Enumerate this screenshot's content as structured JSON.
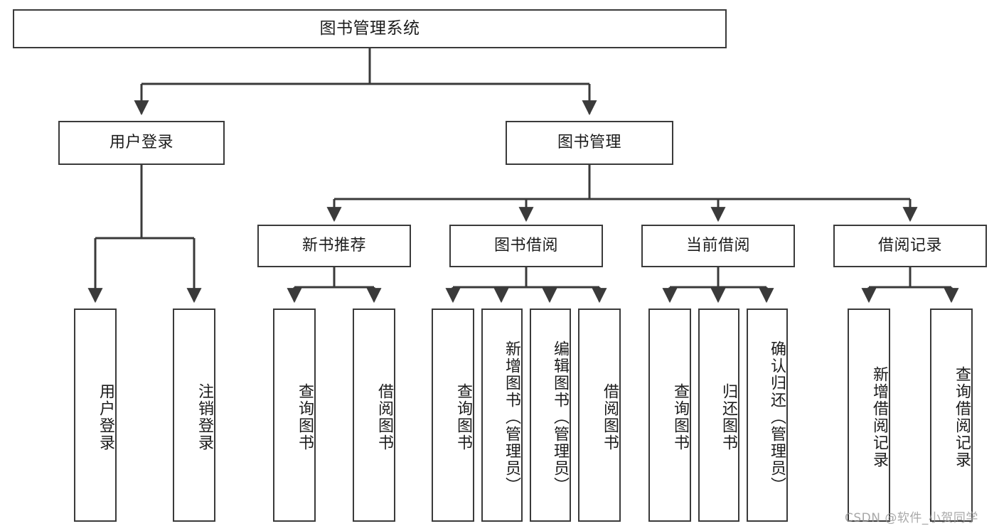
{
  "diagram": {
    "title": "图书管理系统",
    "type": "tree-hierarchy",
    "watermark": "CSDN @软件_小贺同学",
    "colors": {
      "box_border": "#3a3a3a",
      "box_fill": "#ffffff",
      "connector": "#3a3a3a",
      "text": "#1c1c1c",
      "watermark": "#9a9a9a"
    }
  },
  "nodes": {
    "root": {
      "label": "图书管理系统",
      "level": 1
    },
    "level2": [
      {
        "id": "user-login",
        "label": "用户登录"
      },
      {
        "id": "book-management",
        "label": "图书管理"
      }
    ],
    "level3": [
      {
        "id": "new-book-recommend",
        "label": "新书推荐"
      },
      {
        "id": "book-borrow",
        "label": "图书借阅"
      },
      {
        "id": "current-borrow",
        "label": "当前借阅"
      },
      {
        "id": "borrow-record",
        "label": "借阅记录"
      }
    ],
    "leaves": {
      "user_login": [
        {
          "id": "leaf-user-login",
          "label": "用户登录"
        },
        {
          "id": "leaf-logout-login",
          "label": "注销登录"
        }
      ],
      "new_book_recommend": [
        {
          "id": "leaf-query-book-1",
          "label": "查询图书"
        },
        {
          "id": "leaf-borrow-book-1",
          "label": "借阅图书"
        }
      ],
      "book_borrow": [
        {
          "id": "leaf-query-book-2",
          "label": "查询图书"
        },
        {
          "id": "leaf-add-book",
          "label": "新增图书（管理员）"
        },
        {
          "id": "leaf-edit-book",
          "label": "编辑图书（管理员）"
        },
        {
          "id": "leaf-borrow-book-2",
          "label": "借阅图书"
        }
      ],
      "current_borrow": [
        {
          "id": "leaf-query-book-3",
          "label": "查询图书"
        },
        {
          "id": "leaf-return-book",
          "label": "归还图书"
        },
        {
          "id": "leaf-confirm-return",
          "label": "确认归还（管理员）"
        }
      ],
      "borrow_record": [
        {
          "id": "leaf-add-record",
          "label": "新增借阅记录"
        },
        {
          "id": "leaf-query-record",
          "label": "查询借阅记录"
        }
      ]
    }
  }
}
